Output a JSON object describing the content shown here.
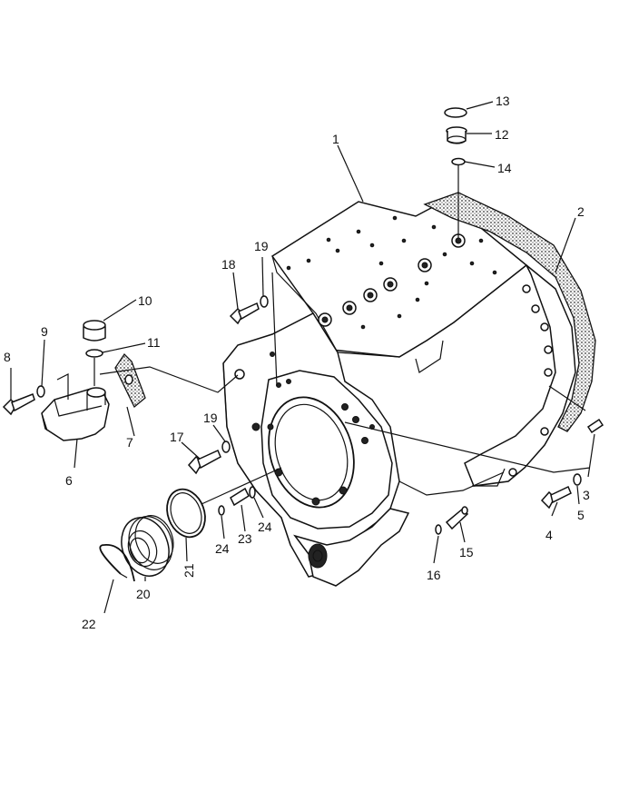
{
  "callouts": [
    {
      "id": "1",
      "text": "1"
    },
    {
      "id": "2",
      "text": "2"
    },
    {
      "id": "3",
      "text": "3"
    },
    {
      "id": "4",
      "text": "4"
    },
    {
      "id": "5",
      "text": "5"
    },
    {
      "id": "6",
      "text": "6"
    },
    {
      "id": "7",
      "text": "7"
    },
    {
      "id": "8",
      "text": "8"
    },
    {
      "id": "9",
      "text": "9"
    },
    {
      "id": "10",
      "text": "10"
    },
    {
      "id": "11",
      "text": "11"
    },
    {
      "id": "12",
      "text": "12"
    },
    {
      "id": "13",
      "text": "13"
    },
    {
      "id": "14",
      "text": "14"
    },
    {
      "id": "15",
      "text": "15"
    },
    {
      "id": "16",
      "text": "16"
    },
    {
      "id": "17",
      "text": "17"
    },
    {
      "id": "18",
      "text": "18"
    },
    {
      "id": "19a",
      "text": "19"
    },
    {
      "id": "19b",
      "text": "19"
    },
    {
      "id": "20",
      "text": "20"
    },
    {
      "id": "21",
      "text": "21"
    },
    {
      "id": "22",
      "text": "22"
    },
    {
      "id": "23",
      "text": "23"
    },
    {
      "id": "24a",
      "text": "24"
    },
    {
      "id": "24b",
      "text": "24"
    }
  ]
}
